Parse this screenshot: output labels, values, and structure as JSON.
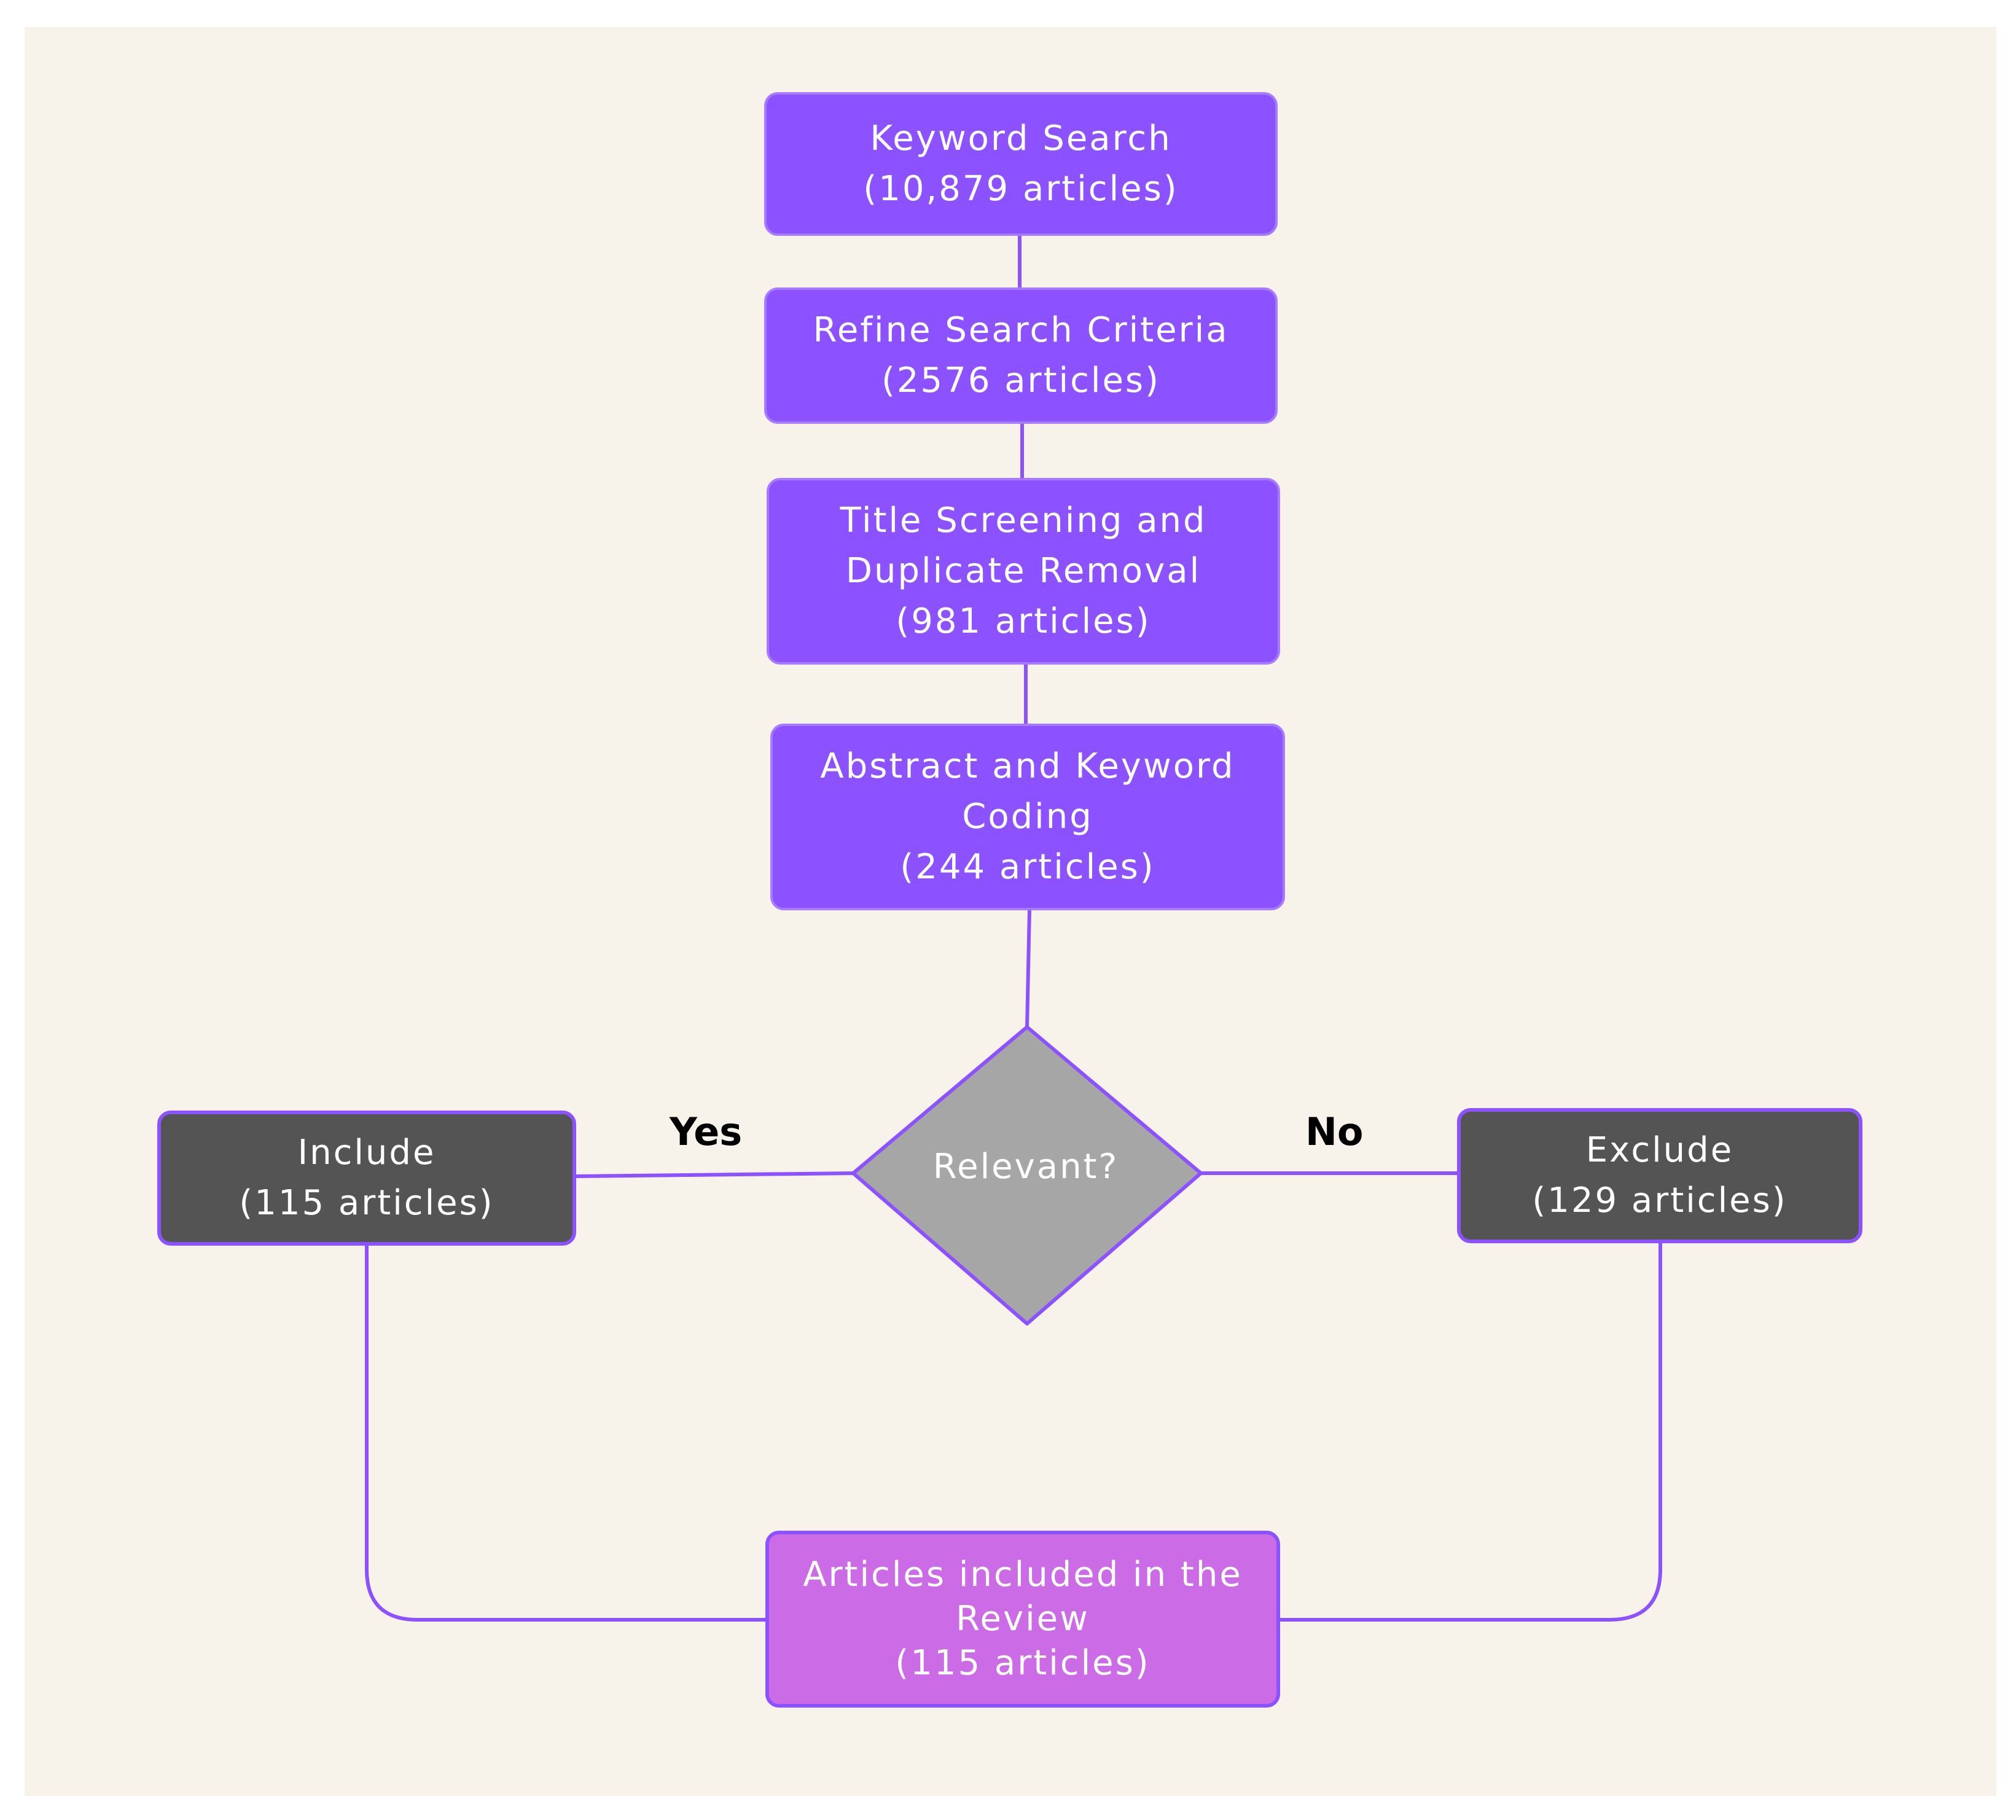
{
  "colors": {
    "background": "#f7f2ea",
    "process_box": "#8c52ff",
    "decision_box": "#545454",
    "result_box": "#cb6ce6",
    "diamond": "#a6a6a6",
    "connector": "#8c52ff"
  },
  "nodes": {
    "keyword_search": {
      "line1": "Keyword Search",
      "line2": "(10,879 articles)"
    },
    "refine_search": {
      "line1": "Refine Search Criteria",
      "line2": "(2576 articles)"
    },
    "title_screening": {
      "line1": "Title Screening and",
      "line2": "Duplicate Removal",
      "line3": "(981 articles)"
    },
    "abstract_coding": {
      "line1": "Abstract and Keyword",
      "line2": "Coding",
      "line3": "(244 articles)"
    },
    "decision": {
      "label": "Relevant?"
    },
    "include": {
      "line1": "Include",
      "line2": "(115 articles)"
    },
    "exclude": {
      "line1": "Exclude",
      "line2": "(129 articles)"
    },
    "final": {
      "line1": "Articles included in the",
      "line2": "Review",
      "line3": "(115 articles)"
    }
  },
  "edges": {
    "yes_label": "Yes",
    "no_label": "No"
  }
}
